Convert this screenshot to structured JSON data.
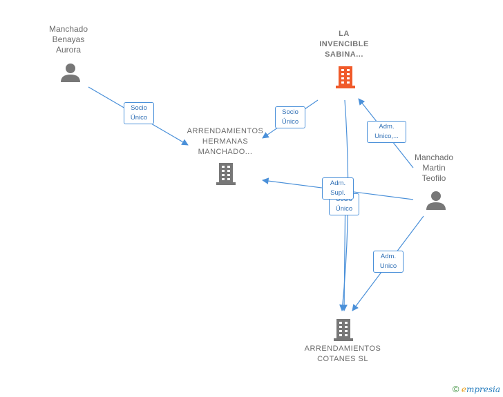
{
  "colors": {
    "edge": "#4a90d9",
    "person_icon": "#777777",
    "company_icon": "#777777",
    "highlight_icon": "#f05a2a"
  },
  "nodes": {
    "manchado_benayas": {
      "label": "Manchado\nBenayas\nAurora",
      "icon": "person-icon"
    },
    "la_invencible": {
      "label": "LA\nINVENCIBLE\nSABINA...",
      "icon": "building-icon"
    },
    "arrendamientos_hermanas": {
      "label": "ARRENDAMIENTOS\nHERMANAS\nMANCHADO...",
      "icon": "building-icon"
    },
    "manchado_martin": {
      "label": "Manchado\nMartin\nTeofilo",
      "icon": "person-icon"
    },
    "arrendamientos_cotanes": {
      "label": "ARRENDAMIENTOS\nCOTANES SL",
      "icon": "building-icon"
    }
  },
  "edge_labels": {
    "benayas_to_hermanas": "Socio\nÚnico",
    "invencible_to_hermanas": "Socio\nÚnico",
    "martin_to_invencible": "Adm.\nUnico,...",
    "martin_to_hermanas": "Adm.\nSupl.",
    "invencible_to_cotanes": "Socio\nÚnico",
    "martin_to_cotanes": "Adm.\nUnico"
  },
  "brand": {
    "copyright": "©",
    "e": "e",
    "rest": "mpresia"
  }
}
